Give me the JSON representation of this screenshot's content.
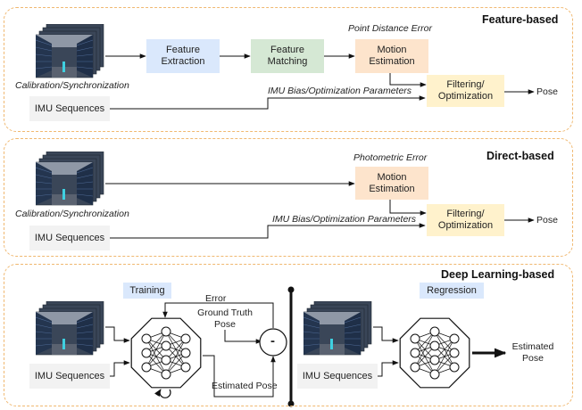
{
  "panels": {
    "feature": {
      "title": "Feature-based",
      "calibration_label": "Calibration/Synchronization",
      "imu_label": "IMU Sequences",
      "feature_extraction": "Feature\nExtraction",
      "feature_matching": "Feature\nMatching",
      "motion_estimation": "Motion\nEstimation",
      "filtering": "Filtering/\nOptimization",
      "error_label": "Point Distance Error",
      "bias_label": "IMU Bias/Optimization Parameters",
      "output_label": "Pose"
    },
    "direct": {
      "title": "Direct-based",
      "calibration_label": "Calibration/Synchronization",
      "imu_label": "IMU Sequences",
      "motion_estimation": "Motion\nEstimation",
      "filtering": "Filtering/\nOptimization",
      "error_label": "Photometric Error",
      "bias_label": "IMU Bias/Optimization Parameters",
      "output_label": "Pose"
    },
    "deep": {
      "title": "Deep Learning-based",
      "training_label": "Training",
      "regression_label": "Regression",
      "error_label": "Error",
      "ground_truth_label": "Ground Truth\nPose",
      "subtract_symbol": "-",
      "estimated_pose_label": "Estimated Pose",
      "imu_label_left": "IMU Sequences",
      "imu_label_right": "IMU Sequences",
      "output_label": "Estimated\nPose"
    }
  },
  "colors": {
    "panel_border": "#f0b870",
    "feature_extraction": "#dae8fc",
    "feature_matching": "#d5e8d4",
    "motion_estimation": "#fde4cc",
    "filtering": "#fff2cc",
    "imu_box": "#f2f2f2"
  }
}
